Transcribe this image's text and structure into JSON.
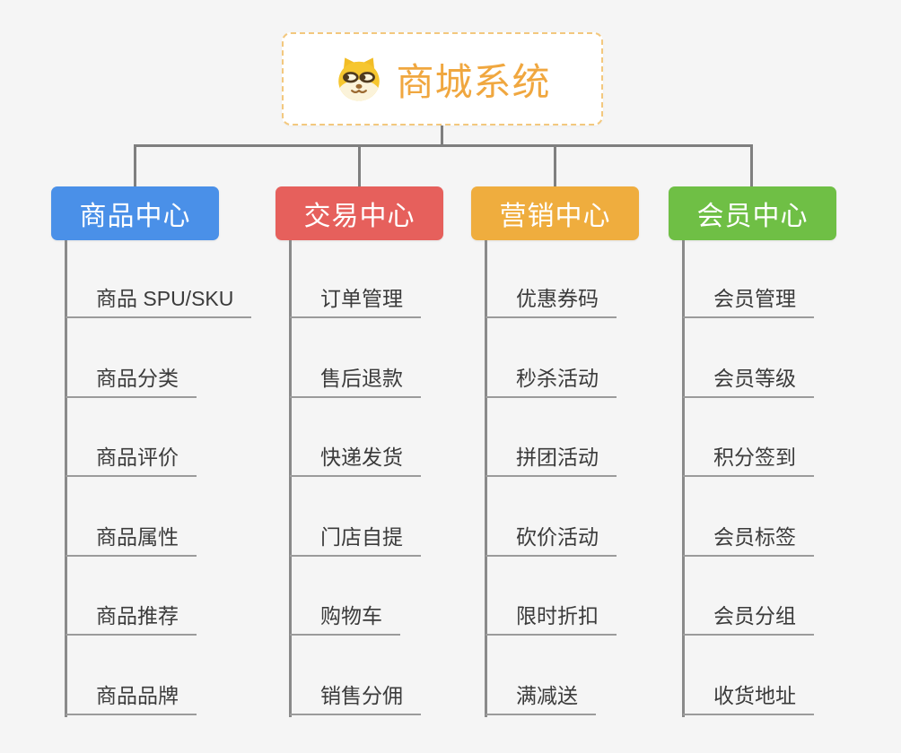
{
  "canvas": {
    "background": "#f5f5f5"
  },
  "root": {
    "title": "商城系统",
    "icon": "dog-face-icon",
    "title_color": "#f0a73f",
    "border_color": "#f3c87e",
    "background": "#ffffff"
  },
  "connector_color": "#7f7f7f",
  "branches": [
    {
      "label": "商品中心",
      "color": "#4a90e8",
      "text_color": "#ffffff",
      "children": [
        "商品 SPU/SKU",
        "商品分类",
        "商品评价",
        "商品属性",
        "商品推荐",
        "商品品牌"
      ]
    },
    {
      "label": "交易中心",
      "color": "#e6605c",
      "text_color": "#ffffff",
      "children": [
        "订单管理",
        "售后退款",
        "快递发货",
        "门店自提",
        "购物车",
        "销售分佣"
      ]
    },
    {
      "label": "营销中心",
      "color": "#efad3e",
      "text_color": "#ffffff",
      "children": [
        "优惠券码",
        "秒杀活动",
        "拼团活动",
        "砍价活动",
        "限时折扣",
        "满减送"
      ]
    },
    {
      "label": "会员中心",
      "color": "#6fbf45",
      "text_color": "#ffffff",
      "children": [
        "会员管理",
        "会员等级",
        "积分签到",
        "会员标签",
        "会员分组",
        "收货地址"
      ]
    }
  ]
}
